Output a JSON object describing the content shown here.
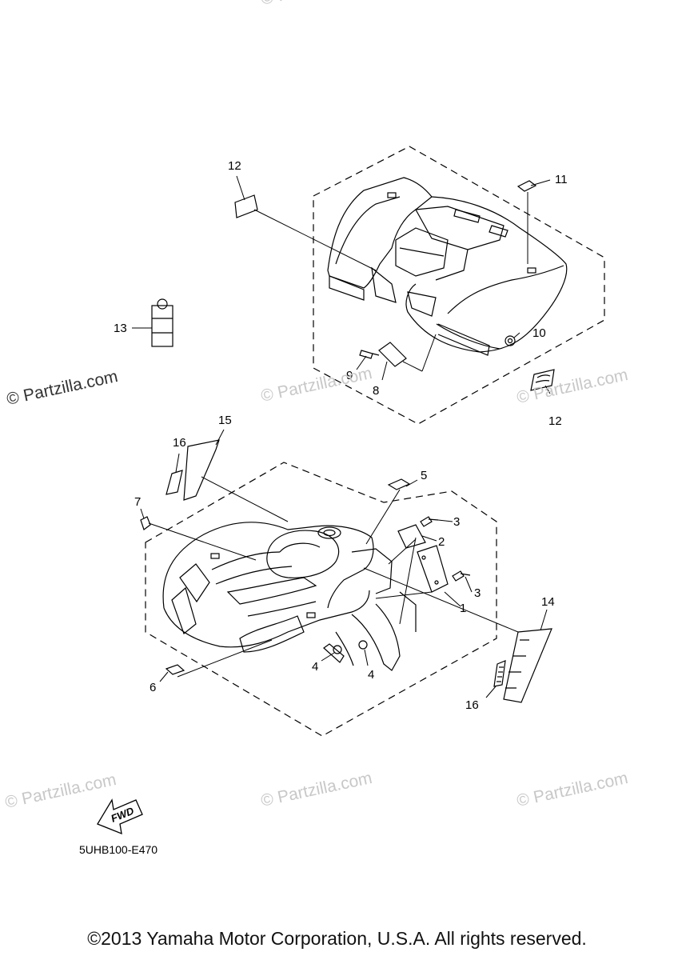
{
  "callouts": [
    "1",
    "2",
    "3",
    "3",
    "4",
    "4",
    "5",
    "6",
    "7",
    "8",
    "9",
    "10",
    "11",
    "12",
    "12",
    "13",
    "14",
    "15",
    "16",
    "16"
  ],
  "watermarks": [
    "© Partzilla.com",
    "© Partzilla.com",
    "© Partzilla.com",
    "© Partzilla.com",
    "© Partzilla.com",
    "© Partzilla.com",
    "© Partzilla.com"
  ],
  "fwd_label": "FWD",
  "diagram_ref": "5UHB100-E470",
  "copyright": "©2013 Yamaha Motor Corporation, U.S.A. All rights reserved."
}
